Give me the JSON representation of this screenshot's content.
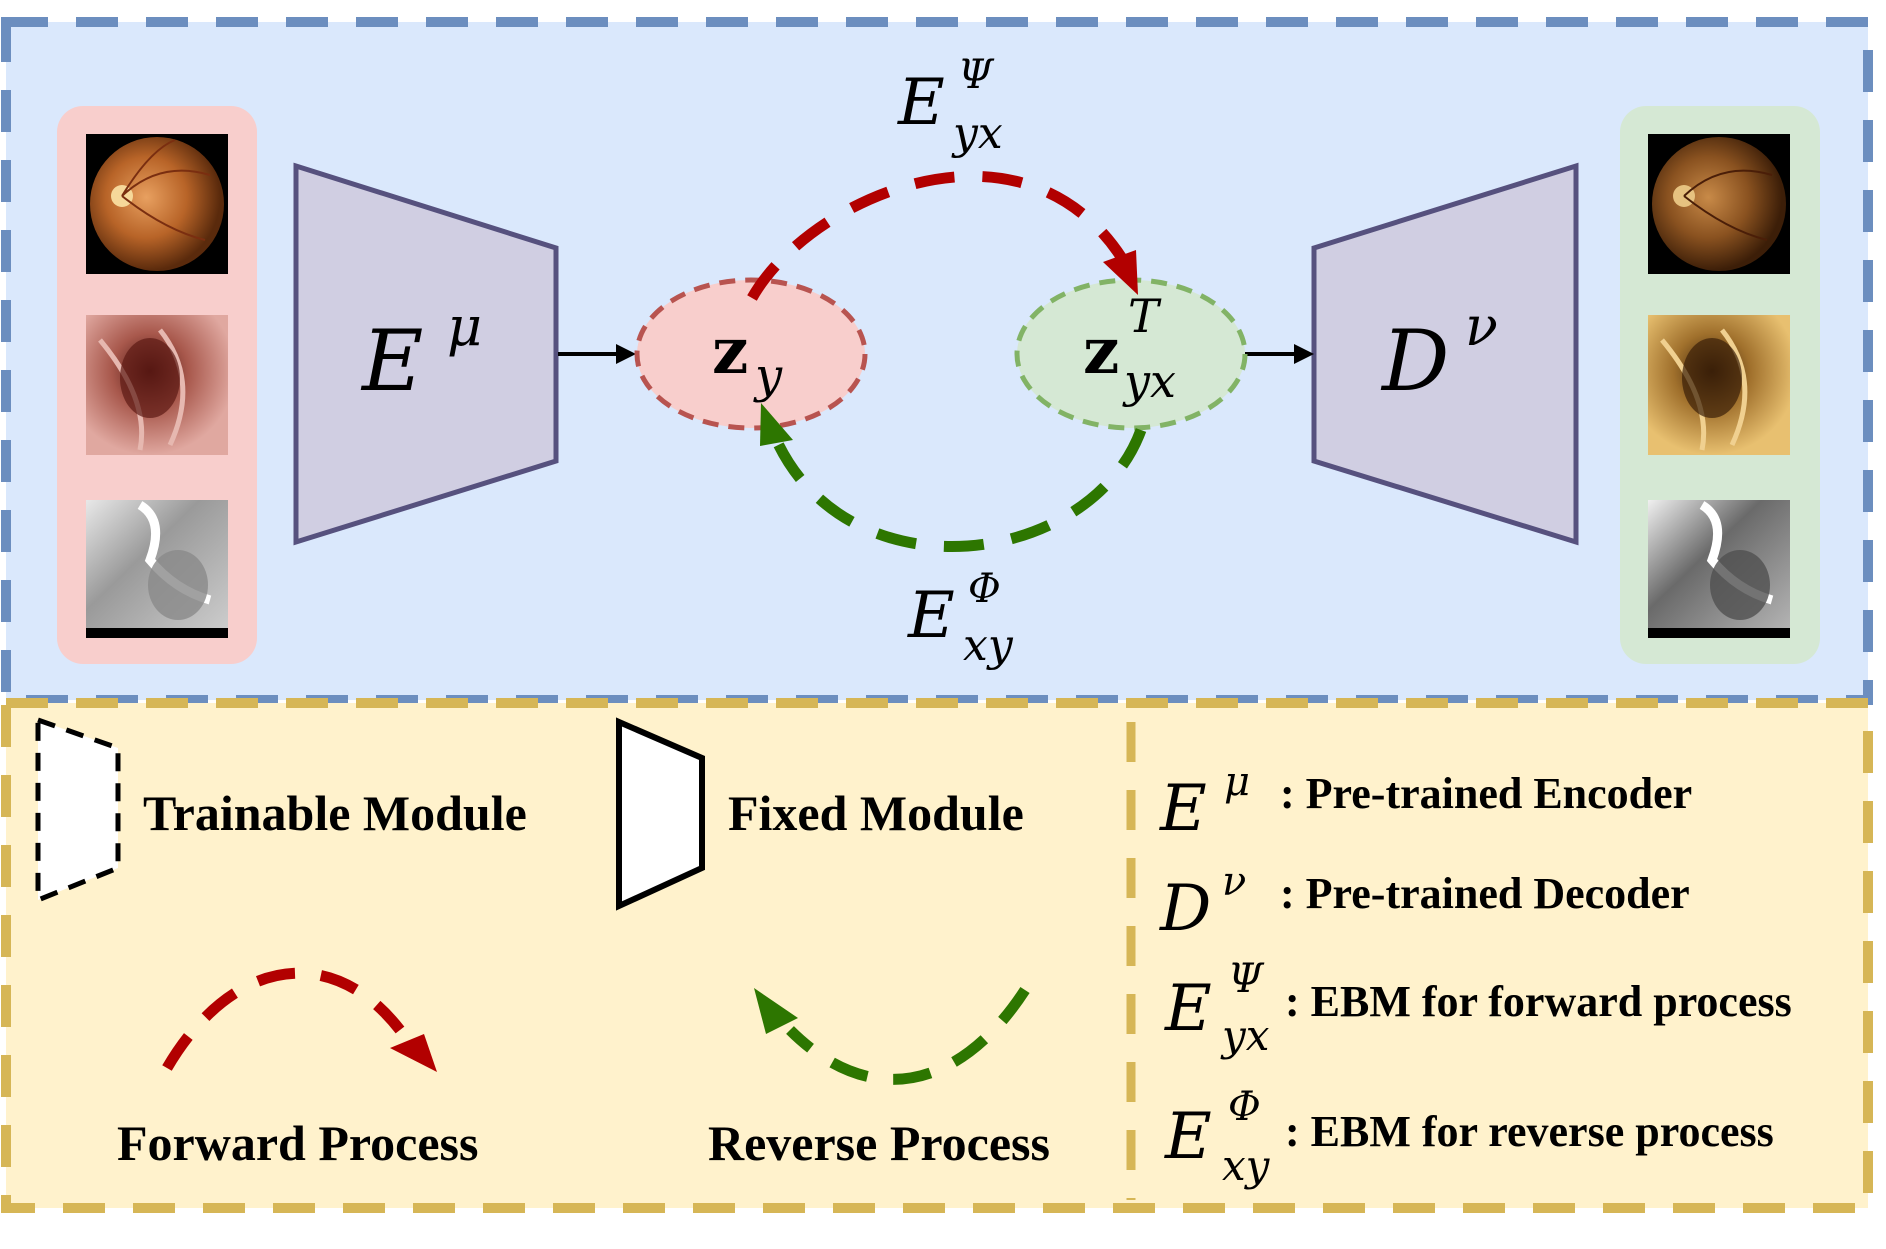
{
  "top": {
    "encoder": {
      "base": "E",
      "sup": "μ"
    },
    "decoder": {
      "base": "D",
      "sup": "ν"
    },
    "latent_y": {
      "base": "z",
      "sub": "y"
    },
    "latent_yx": {
      "base": "z",
      "sup": "T",
      "sub": "yx"
    },
    "forward_ebm": {
      "base": "E",
      "sup": "Ψ",
      "sub": "yx"
    },
    "reverse_ebm": {
      "base": "E",
      "sup": "Φ",
      "sub": "xy"
    }
  },
  "legend": {
    "trainable_label": "Trainable Module",
    "fixed_label": "Fixed Module",
    "forward_label": "Forward Process",
    "reverse_label": "Reverse Process",
    "definitions": [
      {
        "base": "E",
        "sup": "μ",
        "sub": "",
        "text": ": Pre-trained Encoder"
      },
      {
        "base": "D",
        "sup": "ν",
        "sub": "",
        "text": ": Pre-trained Decoder"
      },
      {
        "base": "E",
        "sup": "Ψ",
        "sub": "yx",
        "text": ": EBM for forward process"
      },
      {
        "base": "E",
        "sup": "Φ",
        "sub": "xy",
        "text": ": EBM for reverse process"
      }
    ]
  },
  "colors": {
    "top_bg": "#dae8fc",
    "top_border": "#6c8ebf",
    "legend_bg": "#fff2cc",
    "legend_border": "#d6b656",
    "input_panel": "#f8cecc",
    "output_panel": "#d5e8d4",
    "module_fill": "#d0cee2",
    "module_stroke": "#56517e",
    "forward_arrow": "#b20000",
    "reverse_arrow": "#2d7600",
    "latent_y_fill": "#f8cecc",
    "latent_y_stroke": "#b85450",
    "latent_yx_fill": "#d5e8d4",
    "latent_yx_stroke": "#82b366"
  }
}
